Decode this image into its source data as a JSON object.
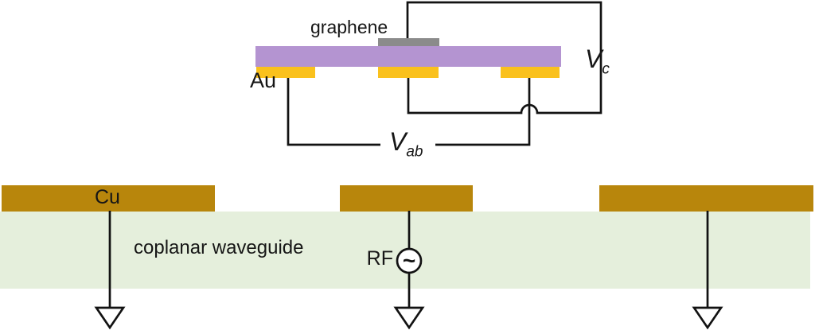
{
  "device": {
    "graphene_label": "graphene",
    "electrode_label": "Au",
    "gate_voltage": {
      "base": "V",
      "sub": "c"
    },
    "bias_voltage": {
      "base": "V",
      "sub": "ab"
    }
  },
  "waveguide": {
    "conductor_label": "Cu",
    "name": "coplanar waveguide",
    "rf_source_label": "RF",
    "ac_source_symbol": "~"
  },
  "colors": {
    "substrate_purple": "#b494d1",
    "graphene_gray": "#8b8b8b",
    "au_gold": "#fac11d",
    "cu_copper": "#b8860c",
    "waveguide_green": "#e5efdc",
    "wire_black": "#121212"
  }
}
